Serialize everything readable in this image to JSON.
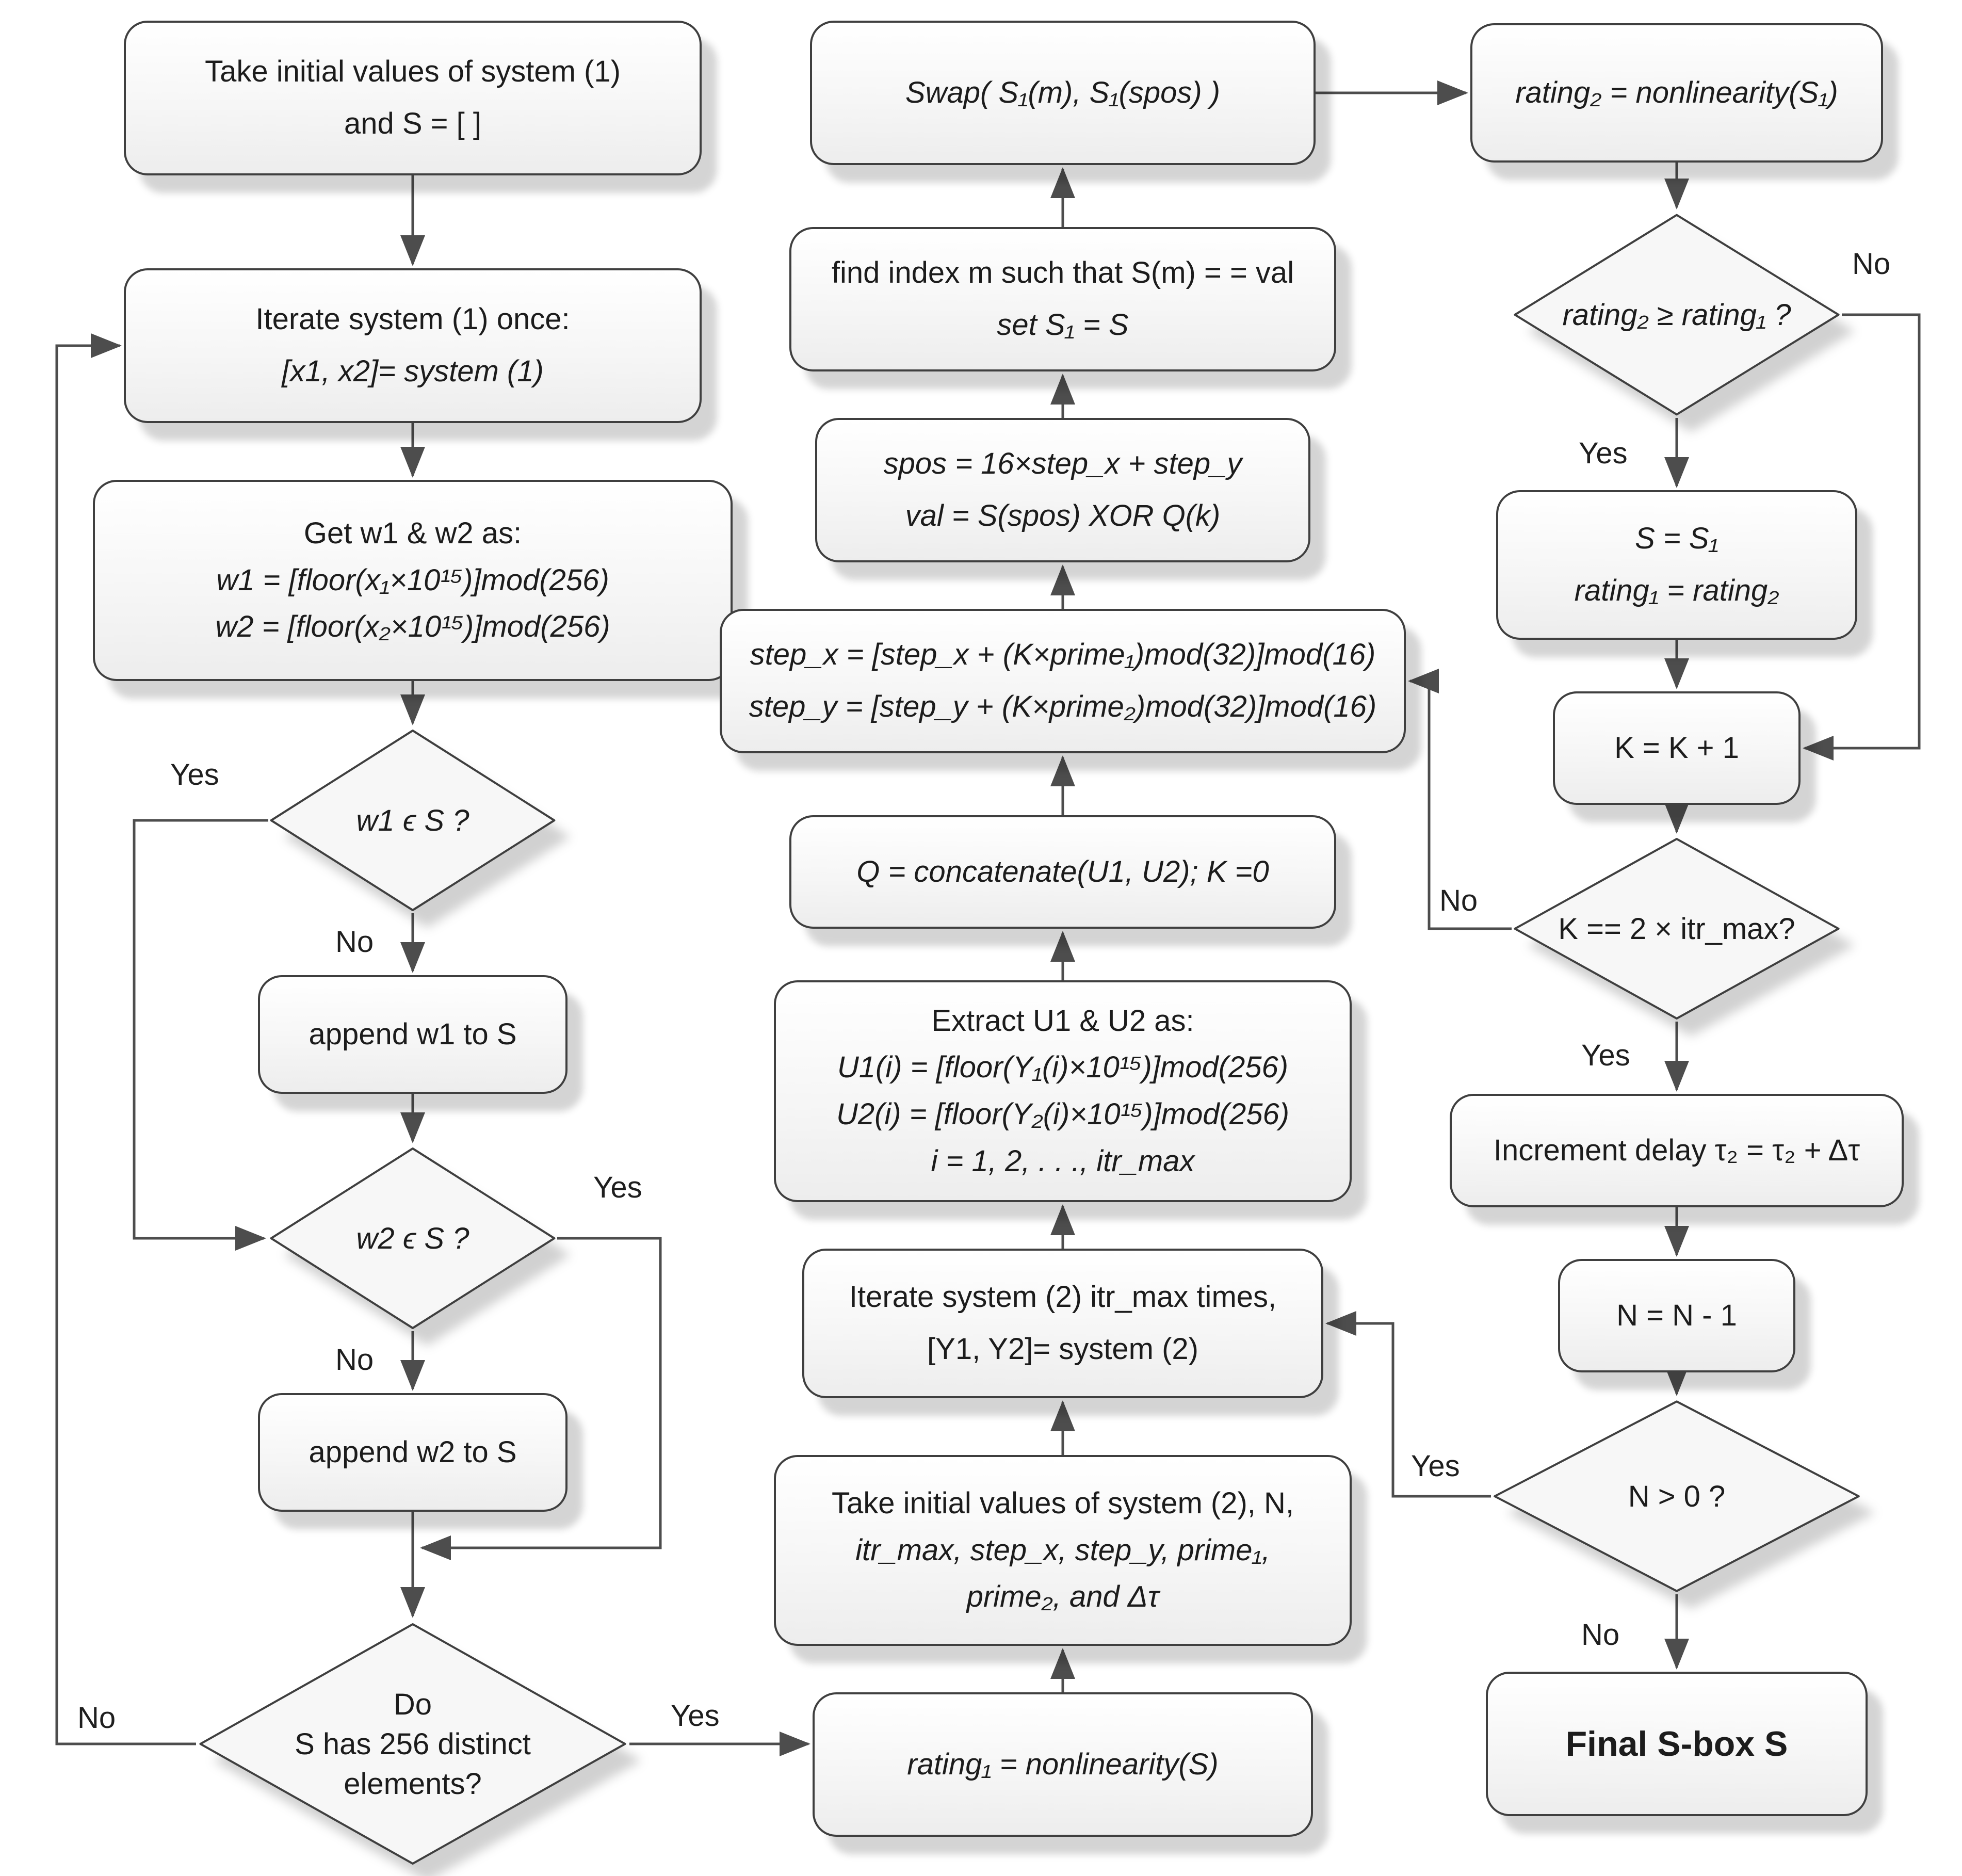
{
  "flowchart": {
    "nodes": {
      "take_init_1": {
        "type": "process",
        "lines": [
          "Take initial values of system (1)",
          "and S = [ ]"
        ]
      },
      "iterate_1": {
        "type": "process",
        "lines": [
          "Iterate system (1) once:",
          "[x1, x2]= system (1)"
        ]
      },
      "get_w": {
        "type": "process",
        "lines": [
          "Get w1 & w2 as:",
          "w1 = [floor(x₁×10¹⁵)]mod(256)",
          "w2 = [floor(x₂×10¹⁵)]mod(256)"
        ]
      },
      "d_w1": {
        "type": "decision",
        "lines": [
          "w1 ϵ S ?"
        ]
      },
      "append_w1": {
        "type": "process",
        "lines": [
          "append w1 to S"
        ]
      },
      "d_w2": {
        "type": "decision",
        "lines": [
          "w2 ϵ S ?"
        ]
      },
      "append_w2": {
        "type": "process",
        "lines": [
          "append w2 to S"
        ]
      },
      "d_s256": {
        "type": "decision",
        "lines": [
          "Do",
          "S has 256 distinct",
          "elements?"
        ]
      },
      "rating_1": {
        "type": "process",
        "lines": [
          "rating₁ = nonlinearity(S)"
        ]
      },
      "take_init_2": {
        "type": "process",
        "lines": [
          "Take initial values of system (2), N,",
          "itr_max, step_x, step_y, prime₁,",
          "prime₂, and Δτ"
        ]
      },
      "iterate_2": {
        "type": "process",
        "lines": [
          "Iterate system (2) itr_max times,",
          "[Y1, Y2]= system (2)"
        ]
      },
      "extract_u": {
        "type": "process",
        "lines": [
          "Extract U1 & U2 as:",
          "U1(i) = [floor(Y₁(i)×10¹⁵)]mod(256)",
          "U2(i) = [floor(Y₂(i)×10¹⁵)]mod(256)",
          "i = 1, 2, . . ., itr_max"
        ]
      },
      "q_concat": {
        "type": "process",
        "lines": [
          "Q = concatenate(U1, U2); K =0"
        ]
      },
      "step_xy": {
        "type": "process",
        "lines": [
          "step_x = [step_x + (K×prime₁)mod(32)]mod(16)",
          "step_y = [step_y + (K×prime₂)mod(32)]mod(16)"
        ]
      },
      "spos_val": {
        "type": "process",
        "lines": [
          "spos = 16×step_x + step_y",
          "val = S(spos) XOR Q(k)"
        ]
      },
      "find_index": {
        "type": "process",
        "lines": [
          "find index m such that S(m) = = val",
          "set S₁ = S"
        ]
      },
      "swap": {
        "type": "process",
        "lines": [
          "Swap( S₁(m), S₁(spos) )"
        ]
      },
      "rating_2": {
        "type": "process",
        "lines": [
          "rating₂ = nonlinearity(S₁)"
        ]
      },
      "d_rating": {
        "type": "decision",
        "lines": [
          "rating₂ ≥ rating₁ ?"
        ]
      },
      "s_eq_s1": {
        "type": "process",
        "lines": [
          "S = S₁",
          "rating₁ = rating₂"
        ]
      },
      "k_inc": {
        "type": "process",
        "lines": [
          "K = K + 1"
        ]
      },
      "d_k": {
        "type": "decision",
        "lines": [
          "K == 2 × itr_max?"
        ]
      },
      "inc_delay": {
        "type": "process",
        "lines": [
          "Increment delay τ₂ = τ₂ + Δτ"
        ]
      },
      "n_dec": {
        "type": "process",
        "lines": [
          "N = N -  1"
        ]
      },
      "d_n": {
        "type": "decision",
        "lines": [
          "N > 0 ?"
        ]
      },
      "final": {
        "type": "terminal",
        "lines": [
          "Final S-box S"
        ]
      }
    },
    "edge_labels": {
      "w1_yes": "Yes",
      "w1_no": "No",
      "w2_yes": "Yes",
      "w2_no": "No",
      "s256_no": "No",
      "s256_yes": "Yes",
      "rating_yes": "Yes",
      "rating_no": "No",
      "k_no": "No",
      "k_yes": "Yes",
      "n_yes": "Yes",
      "n_no": "No"
    },
    "colors": {
      "node_border": "#3f3f3f",
      "line": "#4d4d4d",
      "text": "#1c1c1c",
      "shadow": "#c8c8c8",
      "fill": "#f7f7f7"
    }
  }
}
